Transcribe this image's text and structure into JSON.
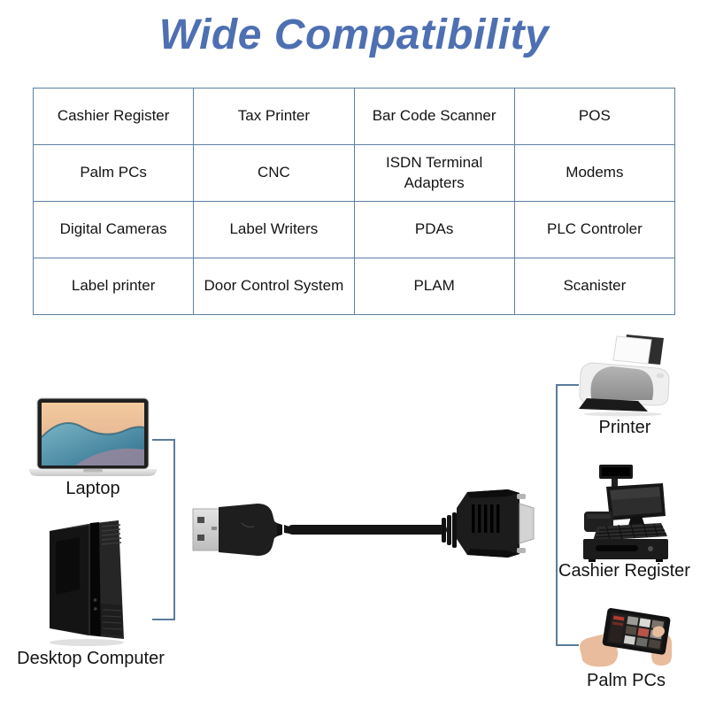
{
  "title": "Wide Compatibility",
  "colors": {
    "title_blue": "#4e70b2",
    "table_border": "#5c80a2",
    "bracket_line": "#5a7c9c",
    "text": "#141414",
    "cable_black": "#1b1b1b",
    "connector_metal": "#d0d0d0"
  },
  "compatibility_table": {
    "rows": [
      [
        "Cashier Register",
        "Tax Printer",
        "Bar Code Scanner",
        "POS"
      ],
      [
        "Palm PCs",
        "CNC",
        "ISDN Terminal Adapters",
        "Modems"
      ],
      [
        "Digital Cameras",
        "Label Writers",
        "PDAs",
        "PLC Controler"
      ],
      [
        "Label printer",
        "Door Control System",
        "PLAM",
        "Scanister"
      ]
    ]
  },
  "diagram": {
    "left_group": [
      {
        "icon": "laptop-icon",
        "label": "Laptop"
      },
      {
        "icon": "desktop-tower-icon",
        "label": "Desktop Computer"
      }
    ],
    "cable_icon": "usb-to-rs232-serial-cable-icon",
    "right_group": [
      {
        "icon": "inkjet-printer-icon",
        "label": "Printer"
      },
      {
        "icon": "pos-terminal-icon",
        "label": "Cashier Register"
      },
      {
        "icon": "tablet-in-hands-icon",
        "label": "Palm PCs"
      }
    ]
  }
}
